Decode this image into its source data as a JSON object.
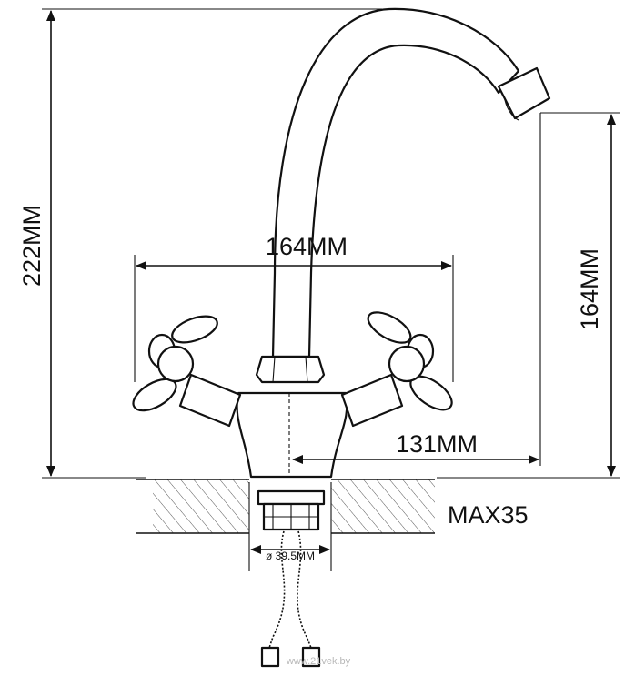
{
  "dimensions": {
    "total_height": "222MM",
    "handle_span": "164MM",
    "spout_height": "164MM",
    "spout_reach": "131MM",
    "max_counter": "MAX35",
    "hole_diameter": "ø 39.5MM"
  },
  "watermark": {
    "text": "www.21vek.by"
  },
  "colors": {
    "line": "#111111",
    "background": "#ffffff",
    "watermark": "#b8b8b8"
  }
}
